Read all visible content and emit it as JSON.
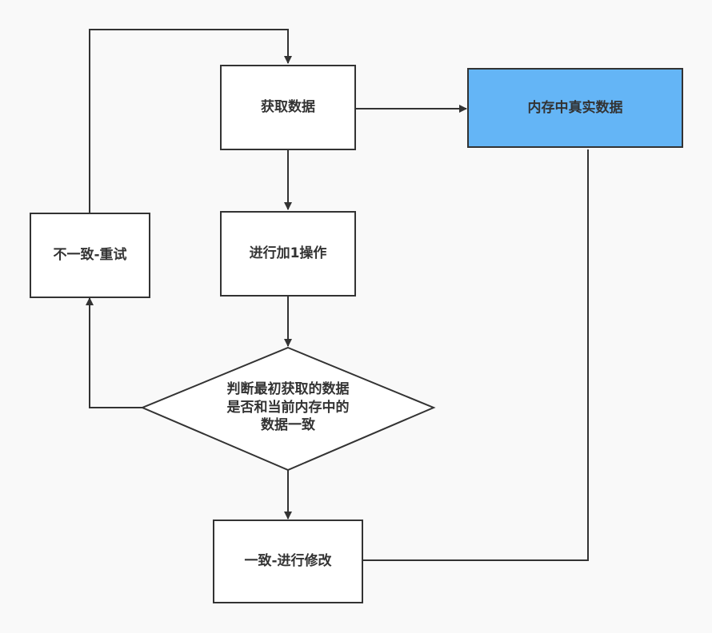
{
  "nodes": {
    "fetch": "获取数据",
    "memory": "内存中真实数据",
    "increment": "进行加1操作",
    "retry": "不一致-重试",
    "decision": {
      "lines": [
        "判断最初获取的数据",
        "是否和当前内存中的",
        "数据一致"
      ]
    },
    "commit": "一致-进行修改"
  },
  "colors": {
    "line": "#333333",
    "memory_fill": "#64b5f6",
    "node_fill": "#ffffff",
    "background": "#f9f9f9"
  }
}
